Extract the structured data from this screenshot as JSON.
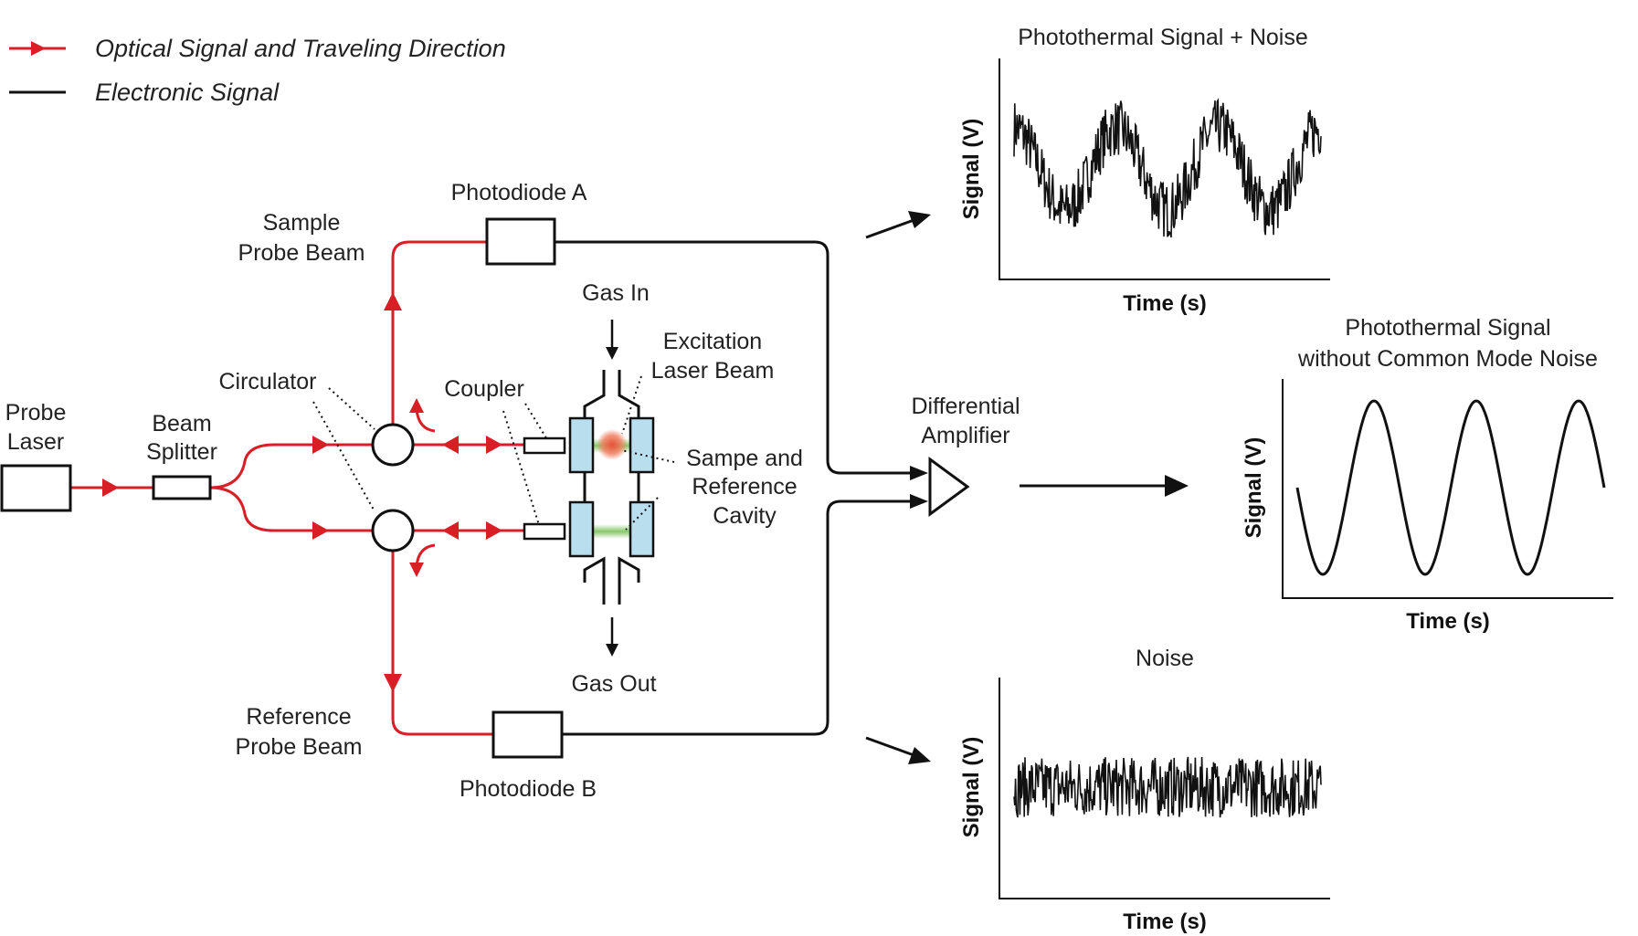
{
  "legend": {
    "optical_label": "Optical Signal and Traveling Direction",
    "electronic_label": "Electronic Signal",
    "optical_color": "#d81f26",
    "electronic_color": "#111111"
  },
  "labels": {
    "probe_laser": [
      "Probe",
      "Laser"
    ],
    "beam_splitter": [
      "Beam",
      "Splitter"
    ],
    "circulator": "Circulator",
    "coupler": "Coupler",
    "sample_probe_beam": [
      "Sample",
      "Probe Beam"
    ],
    "reference_probe_beam": [
      "Reference",
      "Probe Beam"
    ],
    "photodiode_a": "Photodiode A",
    "photodiode_b": "Photodiode B",
    "gas_in": "Gas In",
    "gas_out": "Gas Out",
    "excitation": [
      "Excitation",
      "Laser Beam"
    ],
    "cavity": [
      "Sampe and",
      "Reference",
      "Cavity"
    ],
    "diff_amp": [
      "Differential",
      "Amplifier"
    ]
  },
  "colors": {
    "cavity_fill": "#b9deee",
    "excitation_spot": "#e8503a",
    "probe_glow": "#7cc25a"
  },
  "chart_data": [
    {
      "type": "line",
      "title": "Photothermal Signal + Noise",
      "xlabel": "Time (s)",
      "ylabel": "Signal (V)",
      "cycles": 3,
      "amplitude": 0.5,
      "noise_amplitude": 0.35
    },
    {
      "type": "line",
      "title": [
        "Photothermal Signal",
        "without Common Mode Noise"
      ],
      "xlabel": "Time (s)",
      "ylabel": "Signal (V)",
      "cycles": 3,
      "amplitude": 1.0,
      "noise_amplitude": 0
    },
    {
      "type": "line",
      "title": "Noise",
      "xlabel": "Time (s)",
      "ylabel": "Signal (V)",
      "cycles": 0,
      "amplitude": 0,
      "noise_amplitude": 0.35
    }
  ]
}
